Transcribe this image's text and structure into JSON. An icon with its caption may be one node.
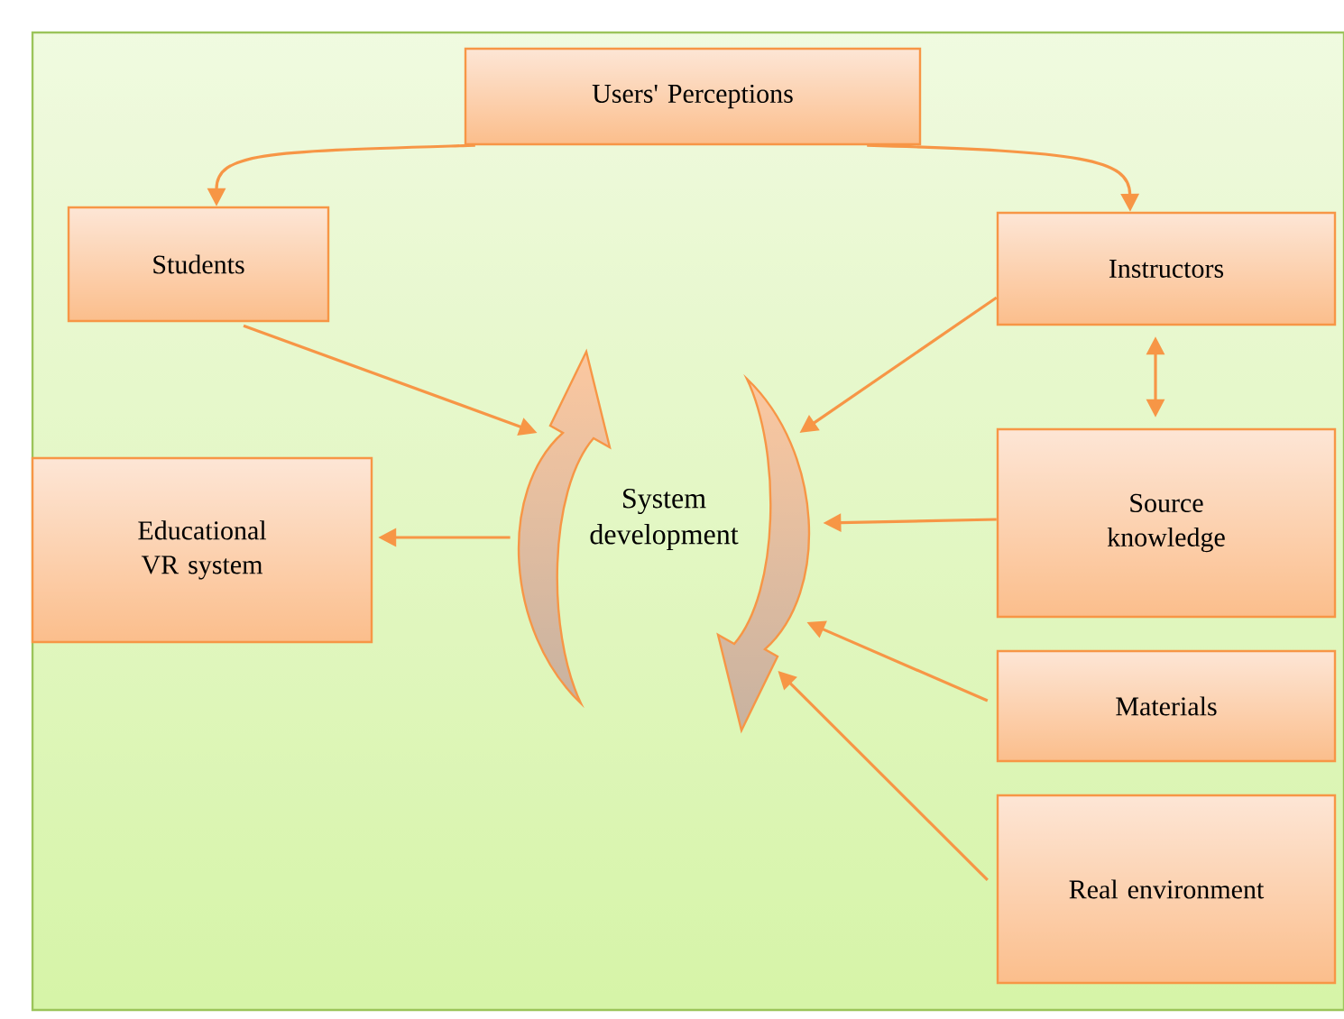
{
  "diagram": {
    "nodes": [
      {
        "text": [
          "Users' Perceptions"
        ]
      },
      {
        "text": [
          "Students"
        ]
      },
      {
        "text": [
          "Instructors"
        ]
      },
      {
        "text": [
          "Educational VR system"
        ]
      },
      {
        "text": [
          "System development"
        ]
      },
      {
        "text": [
          "Source knowledge"
        ]
      },
      {
        "text": [
          "Materials"
        ]
      },
      {
        "text": [
          "Real environment"
        ]
      }
    ],
    "edges": [
      {
        "from": 0,
        "to": 1,
        "arrow": "to"
      },
      {
        "from": 0,
        "to": 2,
        "arrow": "to"
      },
      {
        "from": 1,
        "to": 4,
        "arrow": "to"
      },
      {
        "from": 2,
        "to": 4,
        "arrow": "to"
      },
      {
        "from": 2,
        "to": 5,
        "arrow": "both"
      },
      {
        "from": 5,
        "to": 4,
        "arrow": "to"
      },
      {
        "from": 6,
        "to": 4,
        "arrow": "to"
      },
      {
        "from": 7,
        "to": 4,
        "arrow": "to"
      },
      {
        "from": 4,
        "to": 3,
        "arrow": "to"
      }
    ]
  }
}
